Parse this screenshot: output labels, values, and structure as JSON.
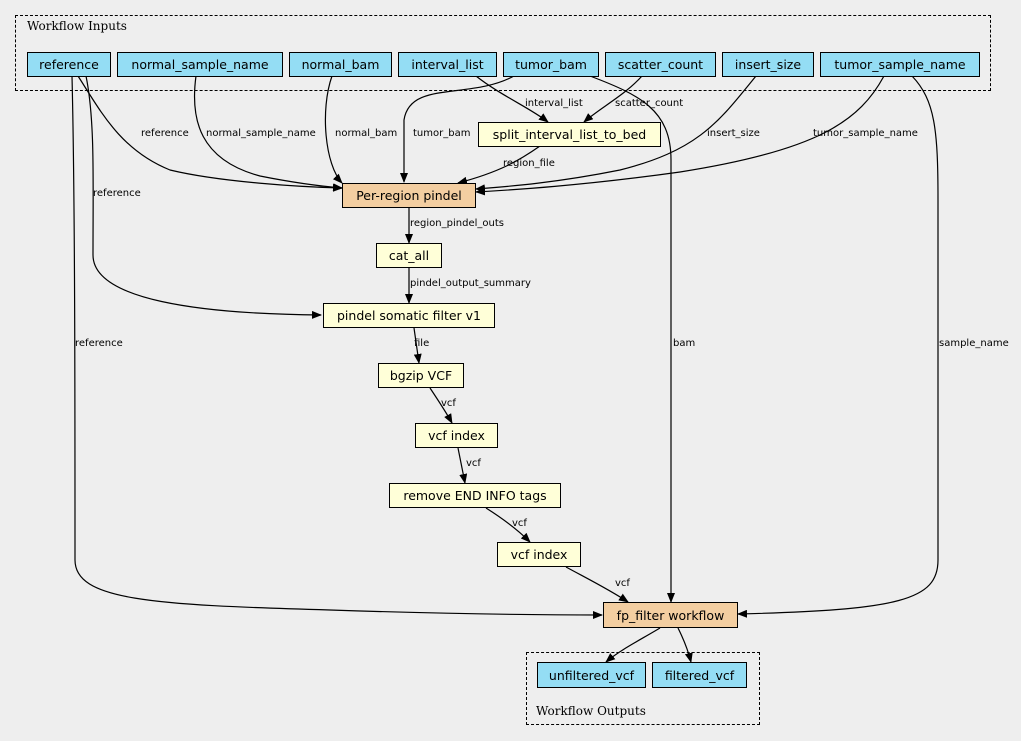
{
  "clusters": {
    "inputs_title": "Workflow Inputs",
    "outputs_title": "Workflow Outputs"
  },
  "inputs": {
    "reference": "reference",
    "normal_sample_name": "normal_sample_name",
    "normal_bam": "normal_bam",
    "interval_list": "interval_list",
    "tumor_bam": "tumor_bam",
    "scatter_count": "scatter_count",
    "insert_size": "insert_size",
    "tumor_sample_name": "tumor_sample_name"
  },
  "steps": {
    "split_interval_list_to_bed": "split_interval_list_to_bed",
    "per_region_pindel": "Per-region pindel",
    "cat_all": "cat_all",
    "pindel_somatic_filter": "pindel somatic filter v1",
    "bgzip_vcf": "bgzip VCF",
    "vcf_index_1": "vcf index",
    "remove_end_info_tags": "remove END INFO tags",
    "vcf_index_2": "vcf index",
    "fp_filter_workflow": "fp_filter workflow"
  },
  "outputs": {
    "unfiltered_vcf": "unfiltered_vcf",
    "filtered_vcf": "filtered_vcf"
  },
  "edge_labels": {
    "interval_list": "interval_list",
    "scatter_count": "scatter_count",
    "reference_1": "reference",
    "normal_sample_name": "normal_sample_name",
    "normal_bam": "normal_bam",
    "tumor_bam": "tumor_bam",
    "insert_size": "insert_size",
    "tumor_sample_name": "tumor_sample_name",
    "region_file": "region_file",
    "reference_2": "reference",
    "region_pindel_outs": "region_pindel_outs",
    "pindel_output_summary": "pindel_output_summary",
    "reference_3": "reference",
    "bam": "bam",
    "sample_name": "sample_name",
    "file": "file",
    "vcf_1": "vcf",
    "vcf_2": "vcf",
    "vcf_3": "vcf",
    "vcf_4": "vcf"
  },
  "colors": {
    "background": "#eeeeee",
    "io_node": "#94ddf4",
    "step_node": "#ffffd8",
    "workflow_node": "#f3cea1"
  }
}
